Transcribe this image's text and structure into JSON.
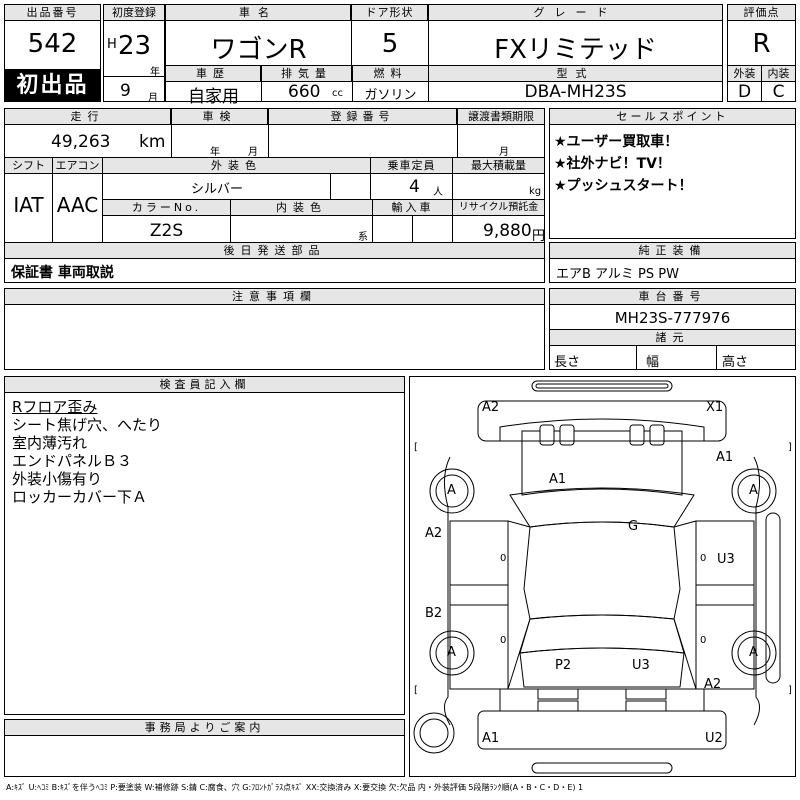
{
  "header": {
    "lot_no_label": "出品番号",
    "lot_no": "542",
    "first_listing": "初出品",
    "first_reg_label": "初度登録",
    "era": "H",
    "reg_year": "23",
    "year_unit": "年",
    "reg_month": "9",
    "month_unit": "月",
    "car_name_label": "車名",
    "car_name": "ワゴンR",
    "door_label": "ドア形状",
    "doors": "5",
    "grade_label": "グレード",
    "grade": "FXリミテッド",
    "score_label": "評価点",
    "score": "R",
    "history_label": "車歴",
    "history": "自家用",
    "displacement_label": "排気量",
    "displacement": "660",
    "displacement_unit": "cc",
    "fuel_label": "燃料",
    "fuel": "ガソリン",
    "model_label": "型式",
    "model": "DBA-MH23S",
    "exterior_label": "外装",
    "exterior_grade": "D",
    "interior_label": "内装",
    "interior_grade": "C"
  },
  "specs": {
    "mileage_label": "走行",
    "mileage": "49,263",
    "mileage_unit": "km",
    "inspection_label": "車検",
    "year_unit": "年",
    "month_unit": "月",
    "plate_label": "登録番号",
    "transfer_deadline_label": "譲渡書類期限",
    "shift_label": "シフト",
    "shift": "IAT",
    "aircon_label": "エアコン",
    "aircon": "AAC",
    "ext_color_label": "外装色",
    "ext_color": "シルバー",
    "capacity_label": "乗車定員",
    "capacity": "4",
    "capacity_unit": "人",
    "load_label": "最大積載量",
    "load_unit": "kg",
    "color_no_label": "カラーNo.",
    "color_no": "Z2S",
    "int_color_label": "内装色",
    "int_color_suffix": "系",
    "import_label": "輸入車",
    "recycle_label": "リサイクル預託金",
    "recycle": "9,880",
    "recycle_unit": "円",
    "later_parts_label": "後日発送部品",
    "later_parts": "保証書 車両取説"
  },
  "sales": {
    "label": "セールスポイント",
    "points": [
      "★ユーザー買取車！",
      "★社外ナビ！TV！",
      "★プッシュスタート！"
    ]
  },
  "equipment": {
    "label": "純正装備",
    "items": "エアB アルミ PS PW"
  },
  "notes": {
    "label": "注意事項欄"
  },
  "chassis": {
    "label": "車台番号",
    "number": "MH23S-777976",
    "dims_label": "諸元",
    "length_label": "長さ",
    "width_label": "幅",
    "height_label": "高さ"
  },
  "inspector": {
    "label": "検査員記入欄",
    "lines": [
      "Rフロア歪み",
      "シート焦げ穴、へたり",
      "室内薄汚れ",
      "エンドパネルＢ３",
      "外装小傷有り",
      "ロッカーカバー下Ａ"
    ]
  },
  "office": {
    "label": "事務局よりご案内"
  },
  "diagram": {
    "marks": {
      "top_left": "A2",
      "top_right": "X1",
      "hood": "A1",
      "right_front_fender": "A1",
      "wheel_fl": "A",
      "wheel_fr": "A",
      "wheel_rl": "A",
      "wheel_rr": "A",
      "left_front_door": "A2",
      "left_rear_door": "B2",
      "roof": "G",
      "right_door": "U3",
      "trunk_left": "P2",
      "trunk_right": "U3",
      "right_rear": "A2",
      "rear_left": "A1",
      "rear_right": "U2"
    },
    "bracket": "[",
    "bracket_close": "]",
    "zero": "0"
  },
  "legend": "A:ｷｽﾞ U:ﾍｺﾐ B:ｷｽﾞを伴うﾍｺﾐ P:要塗装 W:補修跡 S:錆 C:腐食、穴 G:ﾌﾛﾝﾄｶﾞﾗｽ点ｷｽﾞ XX:交換済み X:要交換 欠:欠品 内・外装評価 5段階ﾗﾝｸ順(A・B・C・D・E) 1"
}
